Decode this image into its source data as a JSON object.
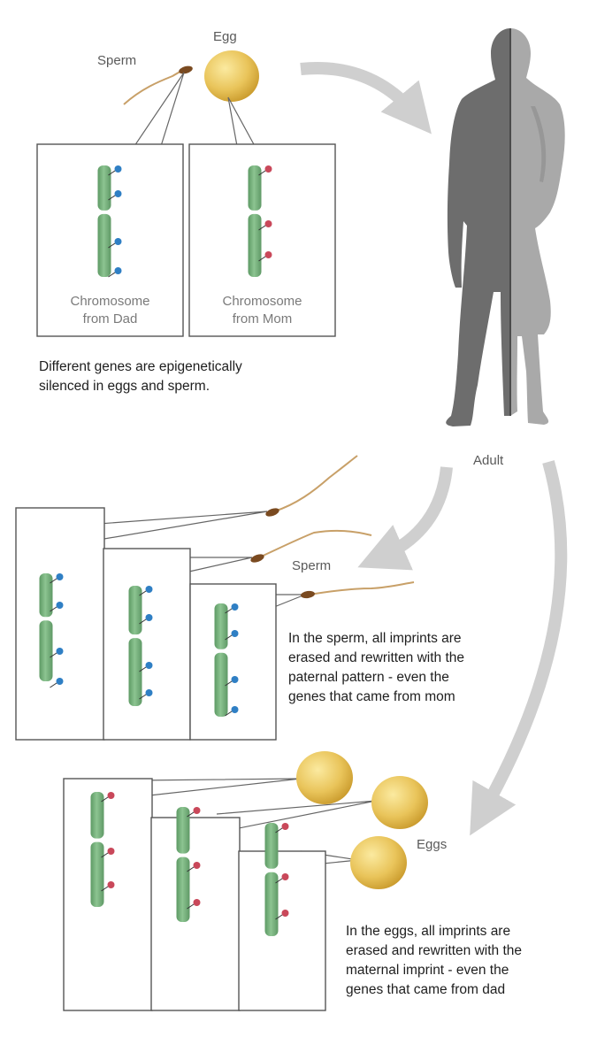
{
  "labels": {
    "sperm_top": "Sperm",
    "egg_top": "Egg",
    "adult": "Adult",
    "sperm_mid": "Sperm",
    "eggs_bottom": "Eggs"
  },
  "boxes": {
    "dad_line1": "Chromosome",
    "dad_line2": "from Dad",
    "mom_line1": "Chromosome",
    "mom_line2": "from Mom"
  },
  "captions": {
    "top": [
      "Different genes are epigenetically",
      "silenced in eggs and sperm."
    ],
    "sperm": [
      "In the sperm, all imprints are",
      "erased and rewritten with the",
      "paternal pattern - even the",
      "genes that came from mom"
    ],
    "eggs": [
      "In the eggs, all imprints are",
      "erased and rewritten with the",
      "maternal imprint - even the",
      "genes that came from dad"
    ]
  },
  "colors": {
    "paternal_mark": "#2f7fc4",
    "maternal_mark": "#c9485a",
    "chromosome": "#78b17e",
    "egg": "#e3bf52",
    "arrow": "#cfcfcf",
    "male_silhouette": "#6d6d6d",
    "female_silhouette": "#a9a9a9"
  }
}
